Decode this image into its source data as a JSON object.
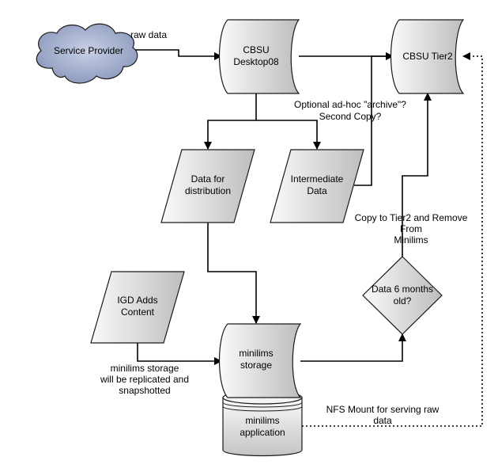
{
  "nodes": {
    "service_provider": "Service Provider",
    "cbsu_desktop": [
      "CBSU",
      "Desktop08"
    ],
    "cbsu_tier2": "CBSU Tier2",
    "data_distribution": [
      "Data for",
      "distribution"
    ],
    "intermediate_data": [
      "Intermediate",
      "Data"
    ],
    "igd_adds_content": [
      "IGD Adds",
      "Content"
    ],
    "minilims_storage": [
      "minilims",
      "storage"
    ],
    "minilims_application": [
      "minilims",
      "application"
    ],
    "data_6_months": [
      "Data 6 months",
      "old?"
    ]
  },
  "edge_labels": {
    "raw_data": "raw data",
    "optional_archive": [
      "Optional ad-hoc \"archive\"?",
      "Second Copy?"
    ],
    "copy_to_tier2": [
      "Copy to Tier2 and Remove",
      "From",
      "Minilims"
    ],
    "minilims_replicated": [
      "minilims storage",
      "will be replicated and",
      "snapshotted"
    ],
    "nfs_mount": [
      "NFS Mount for serving raw",
      "data"
    ]
  },
  "colors": {
    "cloud_fill": "#9aa6c6",
    "shape_fill_light": "#f2f2f2",
    "shape_fill_dark": "#bdbdbd",
    "stroke": "#1a1a1a"
  }
}
